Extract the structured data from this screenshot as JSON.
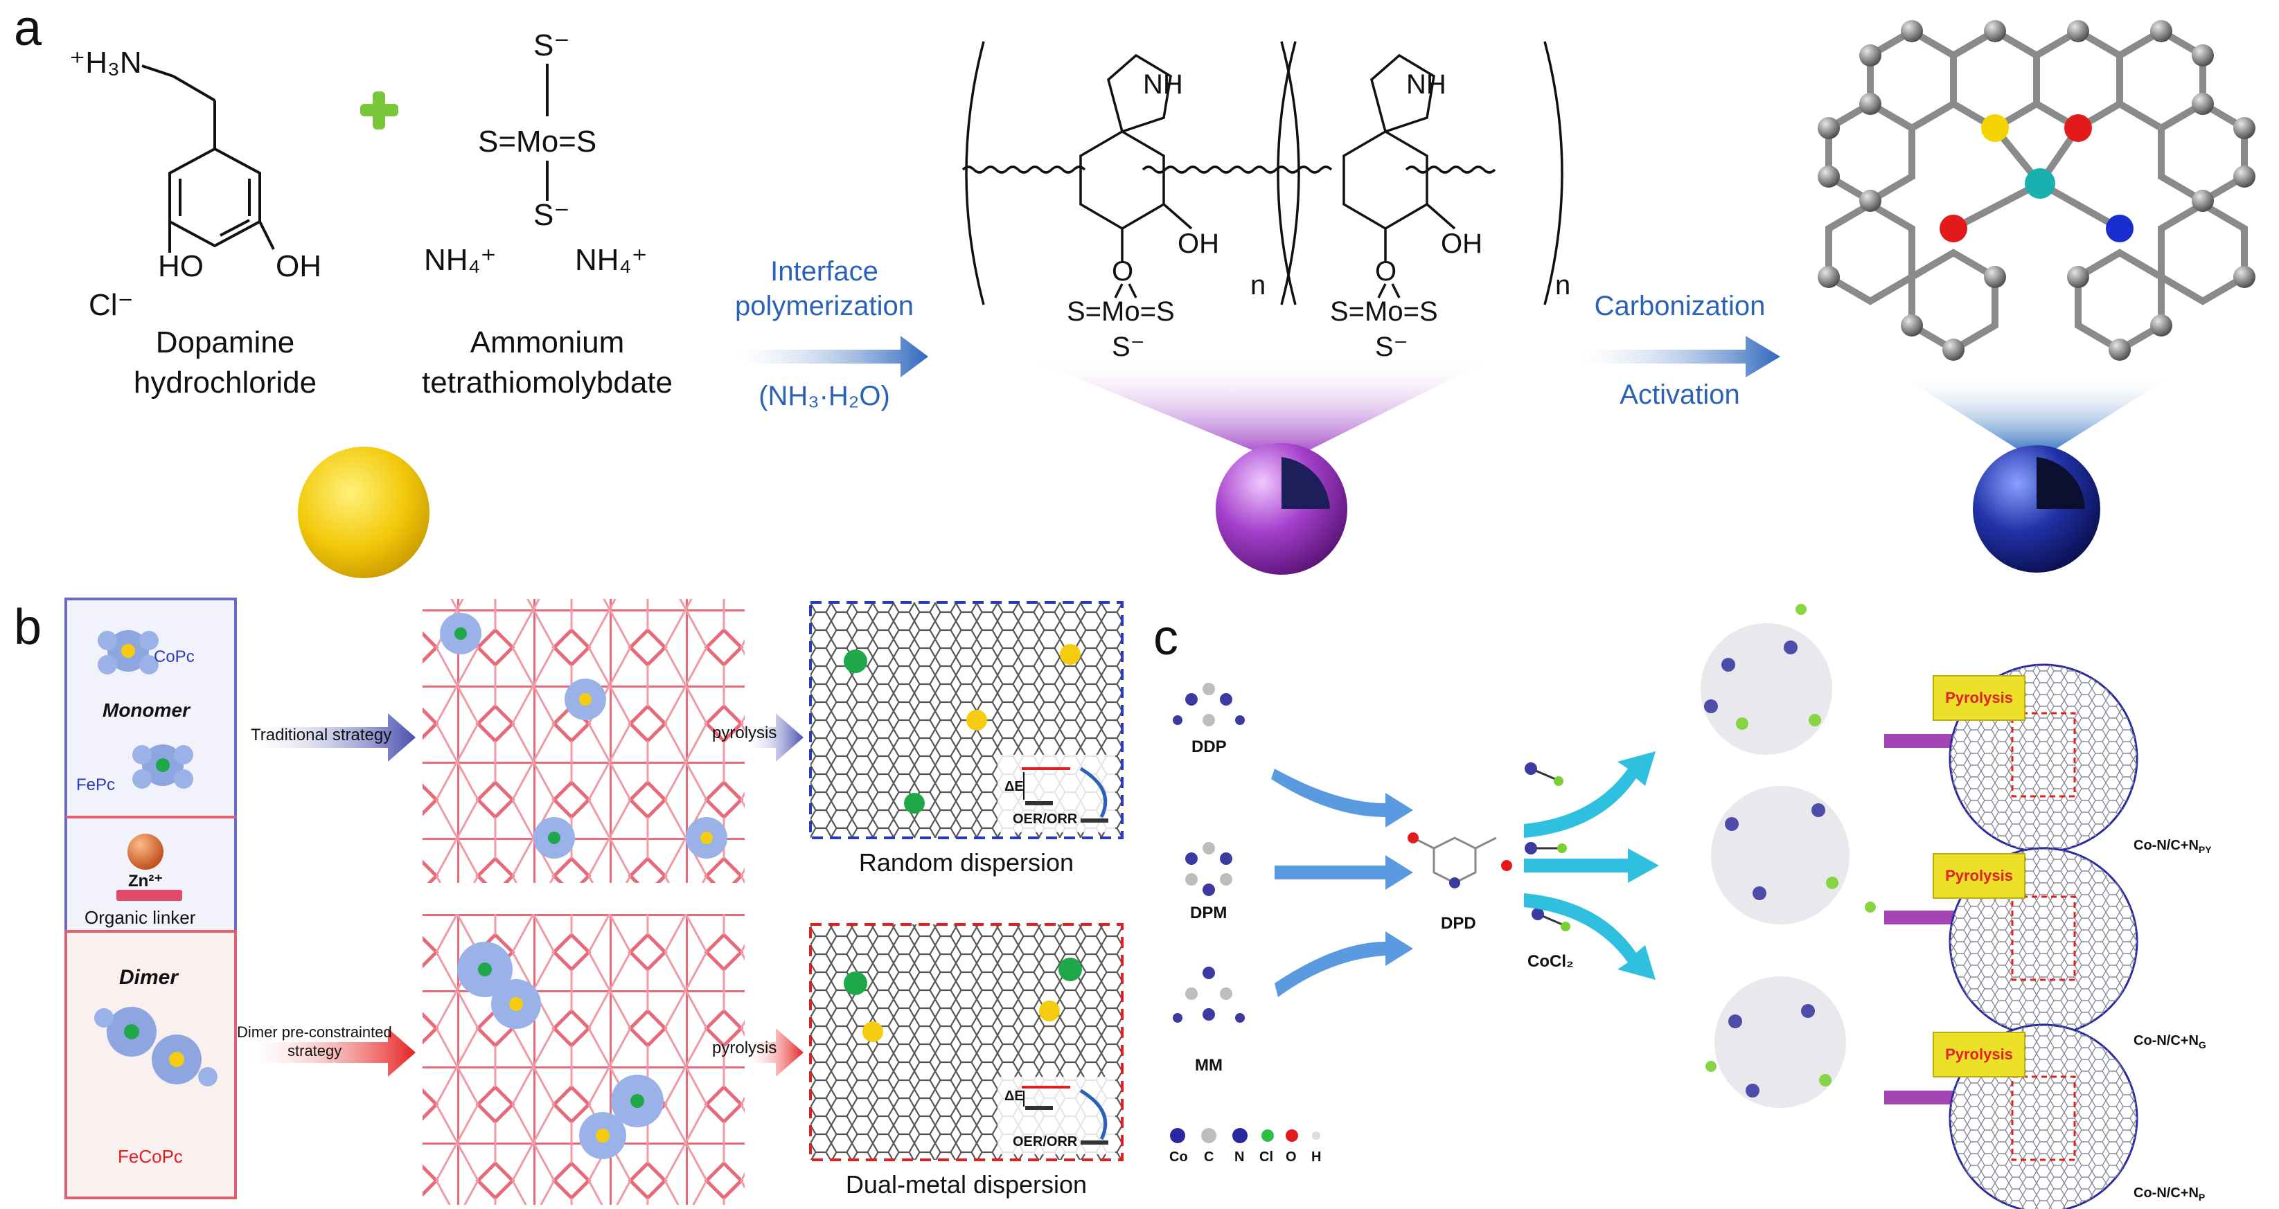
{
  "panels": {
    "a": {
      "letter": "a",
      "reactant1_name_line1": "Dopamine",
      "reactant1_name_line2": "hydrochloride",
      "reactant1_amine": "⁺H₃N",
      "reactant1_counterion": "Cl⁻",
      "reactant1_oh1": "HO",
      "reactant1_oh2": "OH",
      "plus_symbol": "+",
      "reactant2_name_line1": "Ammonium",
      "reactant2_name_line2": "tetrathiomolybdate",
      "reactant2_s_top": "S⁻",
      "reactant2_center": "S=Mo=S",
      "reactant2_s_bottom": "S⁻",
      "reactant2_nh4_1": "NH₄⁺",
      "reactant2_nh4_2": "NH₄⁺",
      "step1_line1": "Interface",
      "step1_line2": "polymerization",
      "step1_line3": "(NH₃·H₂O)",
      "polymer_nh1": "NH",
      "polymer_nh2": "NH",
      "polymer_oh1": "OH",
      "polymer_oh2": "OH",
      "polymer_o1": "O",
      "polymer_o2": "O",
      "polymer_smos1": "S=Mo=S",
      "polymer_smos2": "S=Mo=S",
      "polymer_s1": "S⁻",
      "polymer_s2": "S⁻",
      "polymer_n1": "n",
      "polymer_n2": "n",
      "step2_line1": "Carbonization",
      "step2_line2": "Activation"
    },
    "b": {
      "letter": "b",
      "copc": "CoPc",
      "monomer": "Monomer",
      "fepc": "FePc",
      "zn": "Zn²⁺",
      "organic_linker": "Organic linker",
      "dimer": "Dimer",
      "fecopc": "FeCoPc",
      "traditional": "Traditional strategy",
      "dimer_strategy_line1": "Dimer pre-constrainted",
      "dimer_strategy_line2": "strategy",
      "pyrolysis1": "pyrolysis",
      "pyrolysis2": "pyrolysis",
      "random": "Random dispersion",
      "dual": "Dual-metal dispersion",
      "delta_e1": "ΔE",
      "delta_e2": "ΔE",
      "oer_orr1": "OER/ORR",
      "oer_orr2": "OER/ORR"
    },
    "c": {
      "letter": "c",
      "ddp": "DDP",
      "dpm": "DPM",
      "mm": "MM",
      "dpd": "DPD",
      "cocl2": "CoCl₂",
      "pyro1": "Pyrolysis",
      "pyro2": "Pyrolysis",
      "pyro3": "Pyrolysis",
      "prod1": "Co-N/C+N",
      "prod1_sub": "PY",
      "prod2": "Co-N/C+N",
      "prod2_sub": "G",
      "prod3": "Co-N/C+N",
      "prod3_sub": "P",
      "legend": [
        "Co",
        "C",
        "N",
        "Cl",
        "O",
        "H"
      ]
    }
  },
  "colors": {
    "arrow_blue": "#3a72c4",
    "accent_blue": "#2a62b8",
    "mof_pink": "#e8697a",
    "metal_green": "#1ea84a",
    "metal_yellow": "#f5cc10",
    "sphere_purple": "#a040c8",
    "sphere_navy": "#1c2a8e",
    "cyan_arrow": "#2fc0e0",
    "violet_arrow": "#a544b4"
  }
}
